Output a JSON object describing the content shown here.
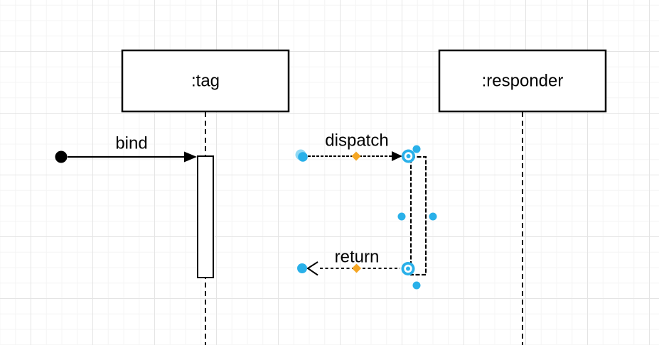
{
  "canvas": {
    "kind": "sequence-diagram-editor-canvas"
  },
  "lifelines": [
    {
      "label": ":tag"
    },
    {
      "label": ":responder"
    }
  ],
  "messages": [
    {
      "label": "bind"
    },
    {
      "label": "dispatch"
    },
    {
      "label": "return"
    }
  ],
  "colors": {
    "shape_stroke": "#000000",
    "shape_fill": "#ffffff",
    "handle_blue": "#29b0e9",
    "handle_halo_blue": "#90d9f5",
    "handle_white": "#ffffff",
    "label_handle_orange": "#f5a623",
    "grid_minor": "#f4f4f4",
    "grid_major": "#e4e4e4"
  }
}
